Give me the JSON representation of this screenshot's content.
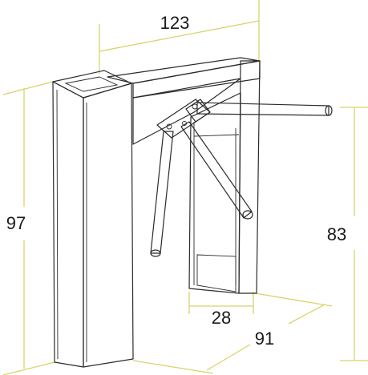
{
  "diagram": {
    "colors": {
      "dimension_line": "#d8d36a",
      "outline": "#2b2b2b",
      "body_fill": "#ededed",
      "body_shade": "#d6d6d6",
      "body_dark": "#c4c4c4",
      "arm_fill": "#e6e6e6",
      "label": "#1a1a1a"
    },
    "dimensions": {
      "width_top": "123",
      "height_left": "97",
      "height_right": "83",
      "passage_width": "28",
      "depth": "91"
    }
  }
}
